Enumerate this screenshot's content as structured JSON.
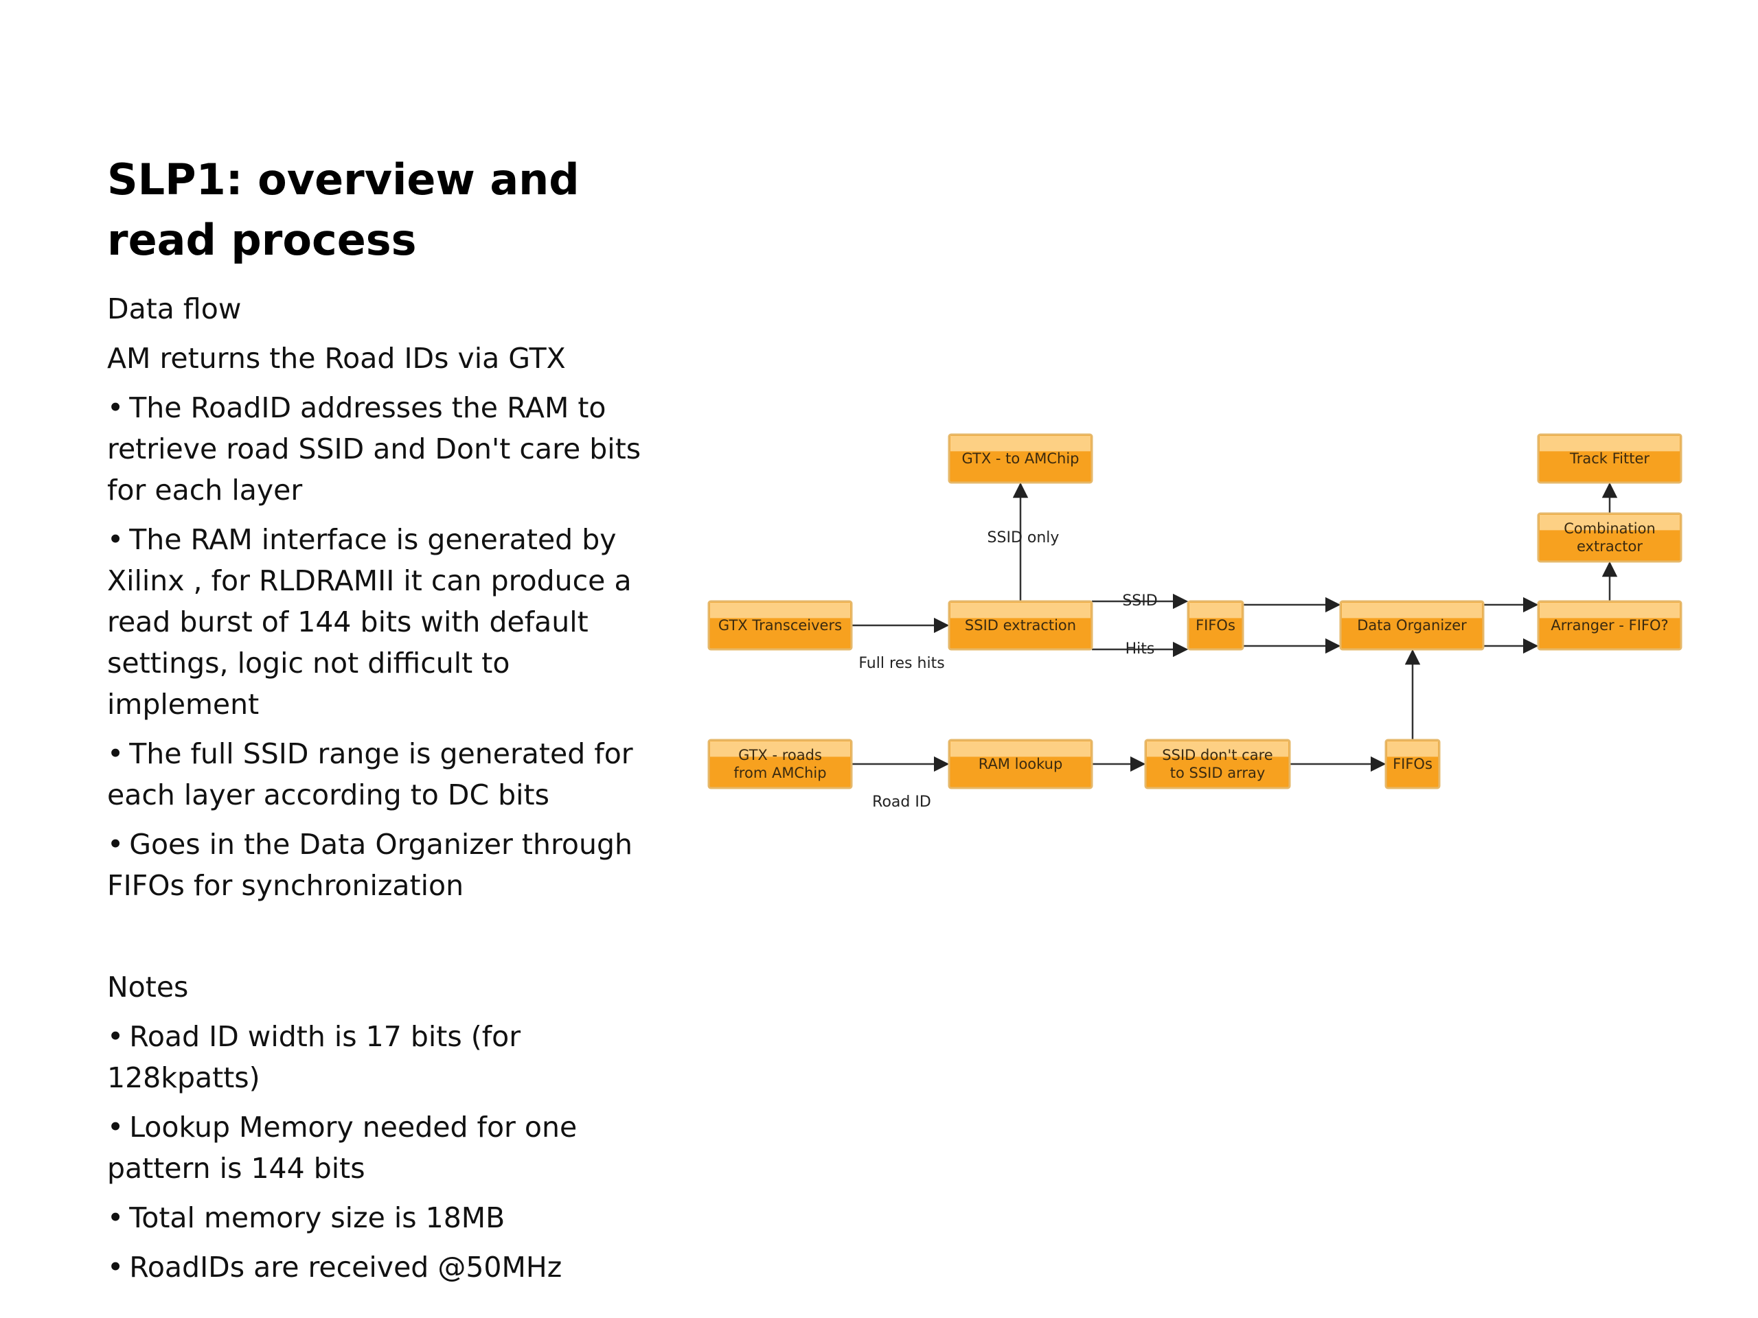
{
  "slide": {
    "title": "SLP1: overview and read process",
    "data_flow_heading": "Data flow",
    "data_flow_intro": "AM returns the Road IDs via GTX",
    "data_flow_bullets": [
      "The RoadID addresses the RAM to retrieve road SSID and Don't care bits for each layer",
      "The RAM interface is generated by Xilinx , for RLDRAMII it can produce a read burst of 144 bits with default settings,  logic not difficult to implement",
      "The full SSID range is generated for each layer according to DC bits",
      "Goes in the Data Organizer through FIFOs for synchronization"
    ],
    "notes_heading": "Notes",
    "notes_bullets": [
      "Road ID width is 17 bits (for 128kpatts)",
      "Lookup Memory needed for one pattern is 144 bits",
      "Total memory size is 18MB",
      "RoadIDs are received @50MHz"
    ],
    "bullet_glyph": "•"
  },
  "diagram": {
    "colors": {
      "box_fill": "#f7a11f",
      "box_highlight": "#fdd084",
      "box_border": "#e6b86a",
      "edge": "#333333"
    },
    "nodes": [
      {
        "id": "gtx_to_amchip",
        "lines": [
          "GTX - to AMChip"
        ]
      },
      {
        "id": "track_fitter",
        "lines": [
          "Track Fitter"
        ]
      },
      {
        "id": "combination_extractor",
        "lines": [
          "Combination",
          "extractor"
        ]
      },
      {
        "id": "gtx_transceivers",
        "lines": [
          "GTX Transceivers"
        ]
      },
      {
        "id": "ssid_extraction",
        "lines": [
          "SSID extraction"
        ]
      },
      {
        "id": "fifos_top",
        "lines": [
          "FIFOs"
        ]
      },
      {
        "id": "data_organizer",
        "lines": [
          "Data Organizer"
        ]
      },
      {
        "id": "arranger_fifo",
        "lines": [
          "Arranger - FIFO?"
        ]
      },
      {
        "id": "gtx_roads",
        "lines": [
          "GTX - roads",
          "from AMChip"
        ]
      },
      {
        "id": "ram_lookup",
        "lines": [
          "RAM lookup"
        ]
      },
      {
        "id": "ssid_dont_care",
        "lines": [
          "SSID don't care",
          "to SSID array"
        ]
      },
      {
        "id": "fifos_bottom",
        "lines": [
          "FIFOs"
        ]
      }
    ],
    "edge_labels": {
      "ssid_only": "SSID only",
      "full_res_hits": "Full res hits",
      "ssid": "SSID",
      "hits": "Hits",
      "road_id": "Road ID"
    }
  }
}
